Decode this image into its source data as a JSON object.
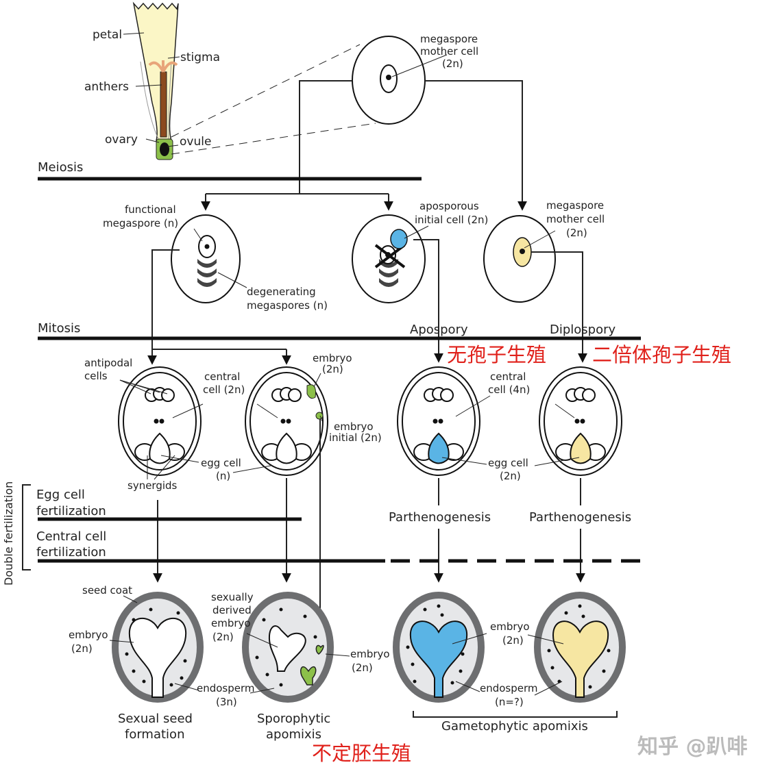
{
  "flower": {
    "petal": "petal",
    "stigma": "stigma",
    "anthers": "anthers",
    "ovary": "ovary",
    "ovule": "ovule"
  },
  "top_cell": {
    "line1": "megaspore",
    "line2": "mother cell",
    "line3": "(2n)"
  },
  "stages": {
    "meiosis": "Meiosis",
    "mitosis": "Mitosis",
    "apospory": "Apospory",
    "diplospory": "Diplospory",
    "egg_fert_1": "Egg cell",
    "egg_fert_2": "fertilization",
    "central_fert_1": "Central cell",
    "central_fert_2": "fertilization",
    "double_fert": "Double fertilization",
    "parthenogenesis_1": "Parthenogenesis",
    "parthenogenesis_2": "Parthenogenesis"
  },
  "row2": {
    "functional_1": "functional",
    "functional_2": "megaspore (n)",
    "degenerating_1": "degenerating",
    "degenerating_2": "megaspores (n)",
    "aposporous_1": "aposporous",
    "aposporous_2": "initial cell (2n)",
    "mmc_1": "megaspore",
    "mmc_2": "mother cell",
    "mmc_3": "(2n)"
  },
  "row3": {
    "antipodal_1": "antipodal",
    "antipodal_2": "cells",
    "central_1": "central",
    "central_2": "cell (2n)",
    "egg_1": "egg cell",
    "egg_2": "(n)",
    "synergids": "synergids",
    "embryo_1": "embryo",
    "embryo_2": "(2n)",
    "embryo_init_1": "embryo",
    "embryo_init_2": "initial (2n)",
    "central4_1": "central",
    "central4_2": "cell (4n)",
    "egg2n_1": "egg cell",
    "egg2n_2": "(2n)"
  },
  "row4": {
    "seed_coat": "seed coat",
    "embryo_1": "embryo",
    "embryo_2": "(2n)",
    "endosperm_1": "endosperm",
    "endosperm_2": "(3n)",
    "sexual_embryo_1": "sexually",
    "sexual_embryo_2": "derived",
    "sexual_embryo_3": "embryo",
    "sexual_embryo_4": "(2n)",
    "adv_embryo_1": "embryo",
    "adv_embryo_2": "(2n)",
    "gam_embryo_1": "embryo",
    "gam_embryo_2": "(2n)",
    "gam_endo_1": "endosperm",
    "gam_endo_2": "(n=?)",
    "sexual_seed_1": "Sexual seed",
    "sexual_seed_2": "formation",
    "sporophytic_1": "Sporophytic",
    "sporophytic_2": "apomixis",
    "gametophytic": "Gametophytic apomixis"
  },
  "annotations_cn": {
    "apospory": "无孢子生殖",
    "diplospory": "二倍体孢子生殖",
    "adventitious": "不定胚生殖"
  },
  "watermark": "知乎 @趴啡",
  "colors": {
    "blue": "#5ab4e5",
    "yellow": "#f6e6a2",
    "green": "#8cc04a",
    "red": "#e0201a",
    "seedcoat": "#6d6e70"
  }
}
